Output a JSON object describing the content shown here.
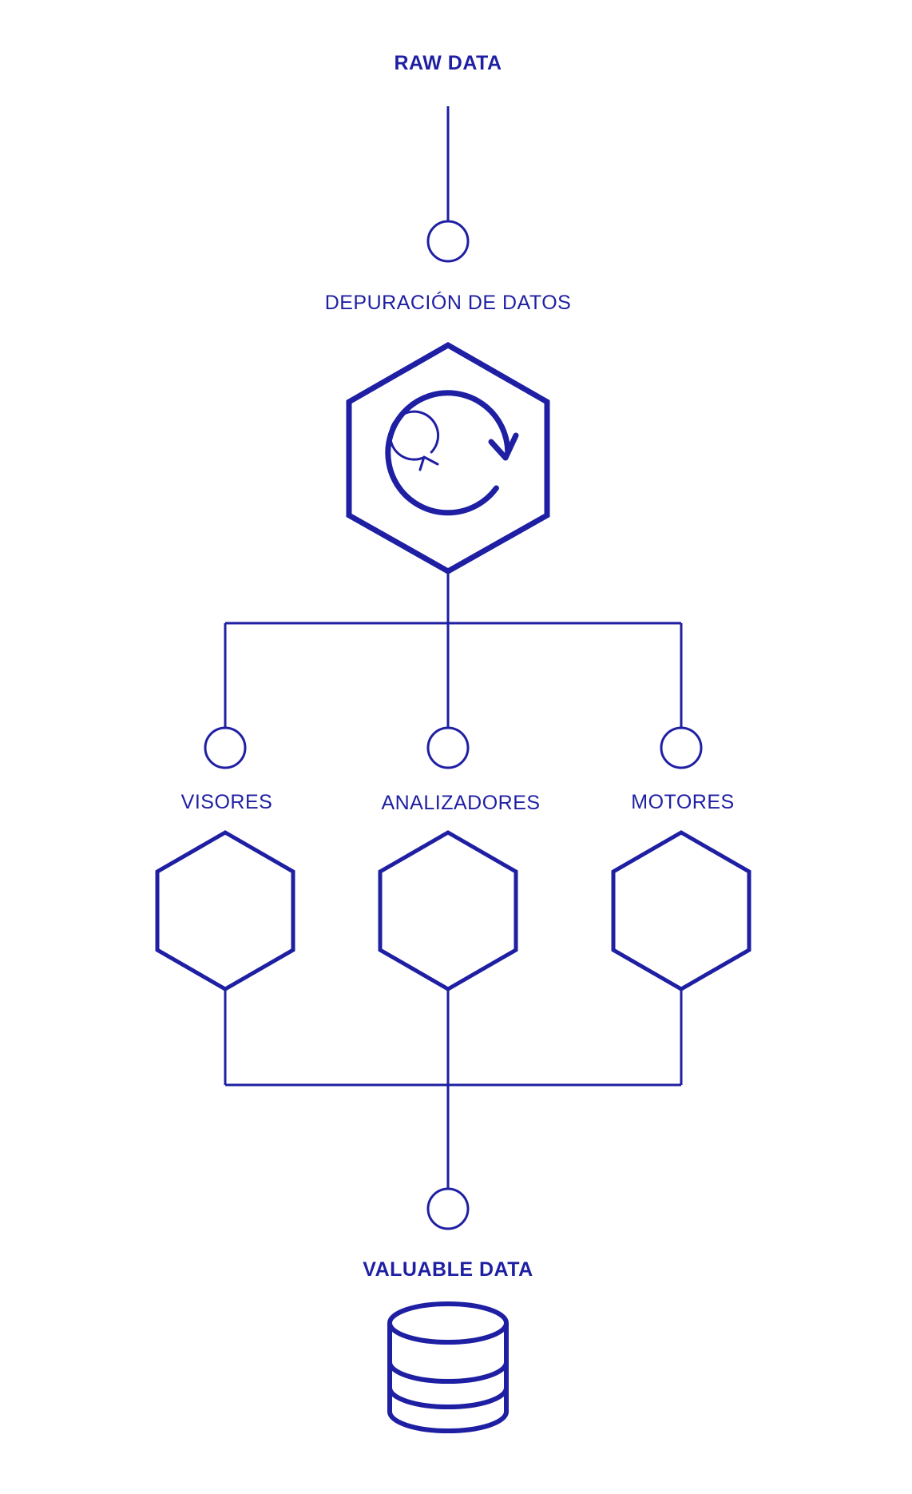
{
  "colors": {
    "stroke": "#1f1fa3",
    "text": "#1f1fa3",
    "background": "#ffffff"
  },
  "labels": {
    "raw_data": "RAW DATA",
    "depuracion": "DEPURACIÓN DE DATOS",
    "visores": "VISORES",
    "analizadores": "ANALIZADORES",
    "motores": "MOTORES",
    "valuable_data": "VALUABLE DATA"
  },
  "icons": {
    "main_hexagon": "refresh-cycle-icon",
    "output": "database-icon"
  }
}
